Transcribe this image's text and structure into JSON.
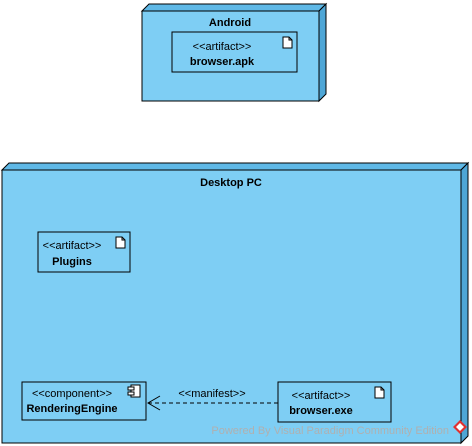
{
  "nodes": {
    "android": {
      "title": "Android"
    },
    "desktop": {
      "title": "Desktop PC"
    }
  },
  "artifacts": {
    "apk": {
      "stereotype": "<<artifact>>",
      "name": "browser.apk"
    },
    "plugins": {
      "stereotype": "<<artifact>>",
      "name": "Plugins"
    },
    "exe": {
      "stereotype": "<<artifact>>",
      "name": "browser.exe"
    }
  },
  "components": {
    "engine": {
      "stereotype": "<<component>>",
      "name": "RenderingEngine"
    }
  },
  "dependency": {
    "label": "<<manifest>>"
  },
  "watermark": {
    "text": "Powered By  Visual Paradigm Community Edition"
  },
  "colors": {
    "node_fill": "#7ecef4",
    "node_top": "#5fb8e6",
    "node_side": "#4ea6d6",
    "stroke": "#000000"
  }
}
